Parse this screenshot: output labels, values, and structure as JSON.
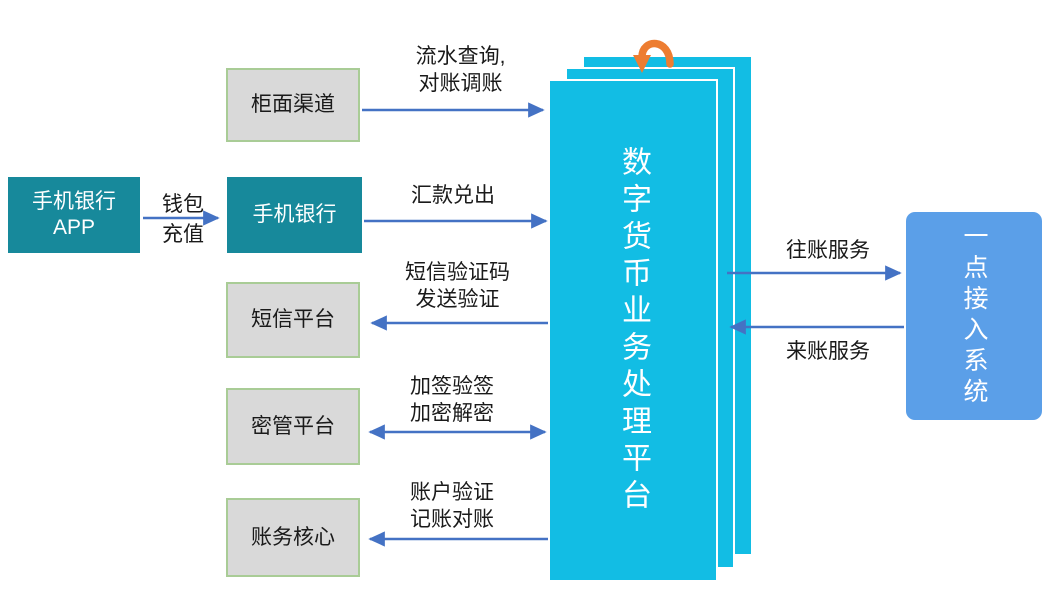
{
  "colors": {
    "teal_node": "#17899B",
    "platform_cyan": "#12BDE4",
    "access_blue": "#5B9FE8",
    "channel_gray": "#D9D9D9",
    "channel_green_border": "#A9CC96",
    "arrow_blue": "#4472C4",
    "loop_orange": "#ED7D31"
  },
  "nodes": {
    "mobile_app": {
      "line1": "手机银行",
      "line2": "APP"
    },
    "counter": {
      "label": "柜面渠道"
    },
    "mobile_banking": {
      "label": "手机银行"
    },
    "sms_platform": {
      "label": "短信平台"
    },
    "key_mgmt_platform": {
      "label": "密管平台"
    },
    "accounting_core": {
      "label": "账务核心"
    },
    "platform": {
      "label": "数字货币业务处理平台"
    },
    "access_system": {
      "label": "一点接入系统"
    }
  },
  "edges": {
    "wallet_topup": {
      "line1": "钱包",
      "line2": "充值"
    },
    "counter_to_platform": {
      "line1": "流水查询,",
      "line2": "对账调账"
    },
    "remittance": {
      "label": "汇款兑出"
    },
    "sms_verification": {
      "line1": "短信验证码",
      "line2": "发送验证"
    },
    "sign_encrypt": {
      "line1": "加签验签",
      "line2": "加密解密"
    },
    "account_verify": {
      "line1": "账户验证",
      "line2": "记账对账"
    },
    "outgoing_service": {
      "label": "往账服务"
    },
    "incoming_service": {
      "label": "来账服务"
    }
  }
}
